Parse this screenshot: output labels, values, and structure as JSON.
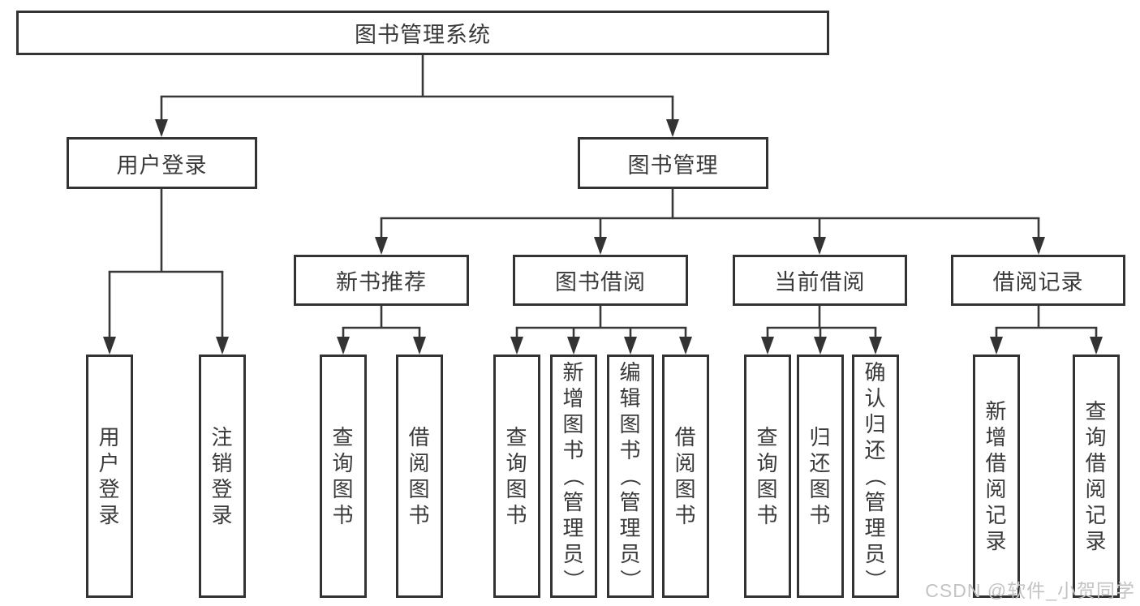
{
  "tree": {
    "label": "图书管理系统",
    "children": [
      {
        "label": "用户登录",
        "children": [
          {
            "label": "用户登录"
          },
          {
            "label": "注销登录"
          }
        ]
      },
      {
        "label": "图书管理",
        "children": [
          {
            "label": "新书推荐",
            "children": [
              {
                "label": "查询图书"
              },
              {
                "label": "借阅图书"
              }
            ]
          },
          {
            "label": "图书借阅",
            "children": [
              {
                "label": "查询图书"
              },
              {
                "label": "新增图书（管理员）"
              },
              {
                "label": "编辑图书（管理员）"
              },
              {
                "label": "借阅图书"
              }
            ]
          },
          {
            "label": "当前借阅",
            "children": [
              {
                "label": "查询图书"
              },
              {
                "label": "归还图书"
              },
              {
                "label": "确认归还（管理员）"
              }
            ]
          },
          {
            "label": "借阅记录",
            "children": [
              {
                "label": "新增借阅记录"
              },
              {
                "label": "查询借阅记录"
              }
            ]
          }
        ]
      }
    ]
  },
  "watermark": "CSDN @软件_小贺同学",
  "colors": {
    "line": "#383838",
    "box_border": "#333333",
    "text": "#3a3a3a",
    "watermark": "#c3c3c3",
    "background": "#ffffff"
  }
}
